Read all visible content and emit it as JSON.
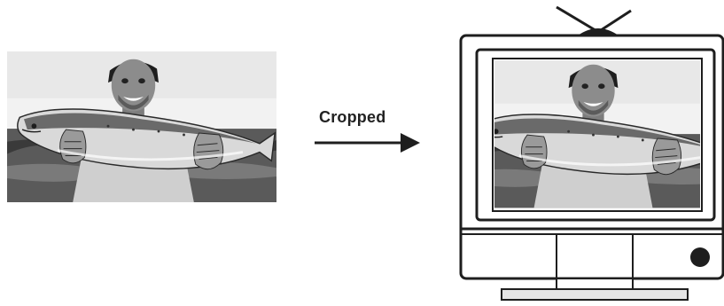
{
  "diagram": {
    "arrow_label": "Cropped",
    "colors": {
      "ink": "#1e1e1e",
      "photo_dark": "#2a2a2a",
      "photo_mid": "#9a9a9a",
      "photo_light": "#e6e6e6",
      "background": "#ffffff"
    },
    "nodes": [
      {
        "id": "original-photo",
        "kind": "photograph"
      },
      {
        "id": "tv-set",
        "kind": "television",
        "contains": "cropped-photo"
      }
    ],
    "edges": [
      {
        "from": "original-photo",
        "to": "tv-set",
        "label_ref": "arrow_label"
      }
    ]
  }
}
